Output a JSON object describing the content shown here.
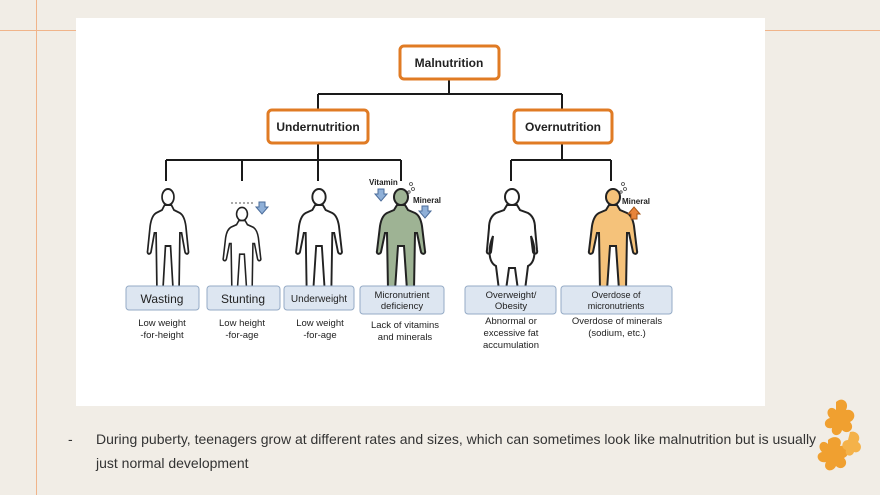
{
  "diagram": {
    "root": "Malnutrition",
    "branches": [
      {
        "label": "Undernutrition",
        "categories": [
          {
            "label": "Wasting",
            "description": [
              "Low weight",
              "-for-height"
            ]
          },
          {
            "label": "Stunting",
            "description": [
              "Low height",
              "-for-age"
            ]
          },
          {
            "label": "Underweight",
            "description": [
              "Low weight",
              "-for-age"
            ]
          },
          {
            "label": [
              "Micronutrient",
              "deficiency"
            ],
            "description": [
              "Lack of vitamins",
              "and minerals"
            ]
          }
        ]
      },
      {
        "label": "Overnutrition",
        "categories": [
          {
            "label": [
              "Overweight/",
              "Obesity"
            ],
            "description": [
              "Abnormal or",
              "excessive fat",
              "accumulation"
            ]
          },
          {
            "label": [
              "Overdose  of",
              "micronutrients"
            ],
            "description": [
              "Overdose of minerals",
              "(sodium, etc.)"
            ]
          }
        ]
      }
    ],
    "annotations": {
      "vitamin": "Vitamin",
      "mineral": "Mineral",
      "mineral_up": "Mineral"
    },
    "colors": {
      "node_border": "#e07b24",
      "category_fill": "#dde6f1",
      "category_border": "#95abc6",
      "deficiency_figure": "#9eb394",
      "overdose_figure": "#f5c27a",
      "arrow_down": "#8fb0d8",
      "arrow_up": "#e8843a"
    }
  },
  "bullet": {
    "dash": "-",
    "text": "During puberty, teenagers grow at different rates and sizes, which can sometimes look like malnutrition but is usually just normal development"
  },
  "decoration": {
    "icon": "flower-icon",
    "colors": [
      "#f0a030",
      "#f4b24a"
    ]
  }
}
